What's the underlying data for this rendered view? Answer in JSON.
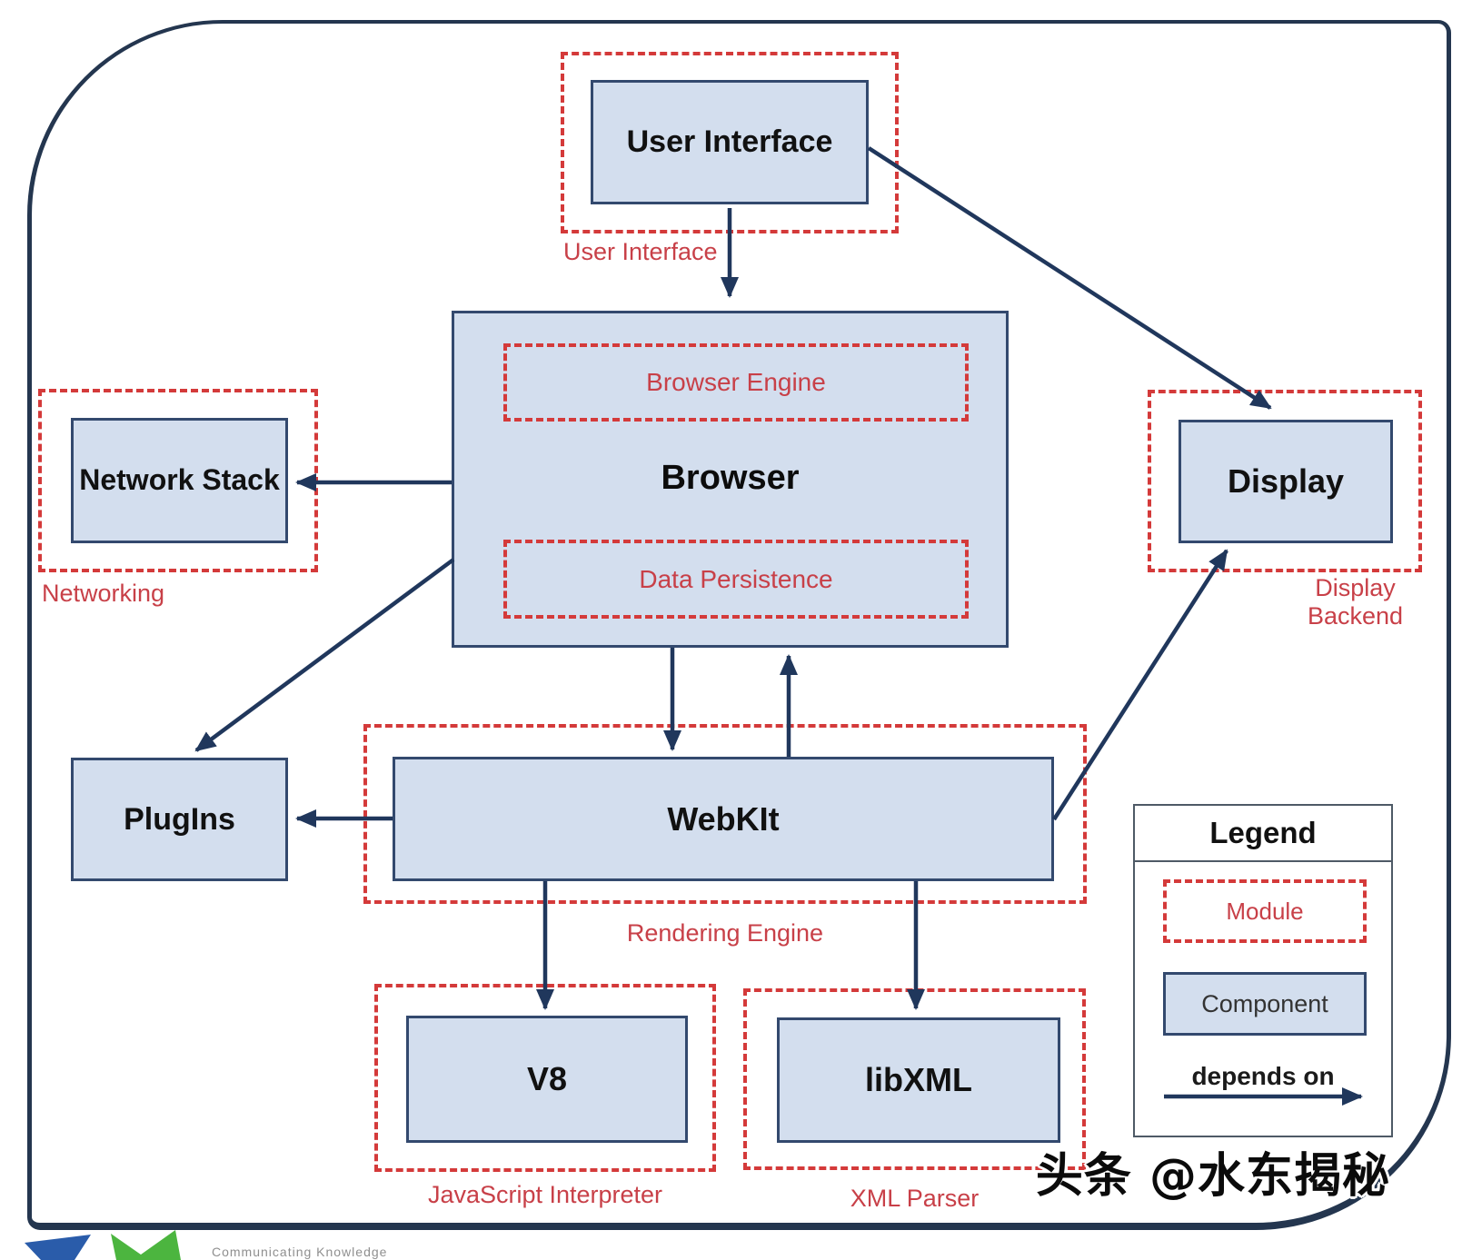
{
  "nodes": {
    "user_interface": {
      "label": "User Interface",
      "module_label": "User Interface"
    },
    "browser": {
      "label": "Browser",
      "engine_label": "Browser Engine",
      "persistence_label": "Data Persistence"
    },
    "network_stack": {
      "label": "Network Stack",
      "module_label": "Networking"
    },
    "display": {
      "label": "Display",
      "module_label": "Display Backend"
    },
    "plugins": {
      "label": "PlugIns"
    },
    "webkit": {
      "label": "WebKIt",
      "module_label": "Rendering Engine"
    },
    "v8": {
      "label": "V8",
      "module_label": "JavaScript Interpreter"
    },
    "libxml": {
      "label": "libXML",
      "module_label": "XML Parser"
    }
  },
  "dependencies": [
    {
      "from": "User Interface",
      "to": "Browser"
    },
    {
      "from": "User Interface",
      "to": "Display"
    },
    {
      "from": "Browser",
      "to": "Network Stack"
    },
    {
      "from": "Browser",
      "to": "PlugIns"
    },
    {
      "from": "Browser",
      "to": "WebKIt"
    },
    {
      "from": "WebKIt",
      "to": "Browser"
    },
    {
      "from": "WebKIt",
      "to": "PlugIns"
    },
    {
      "from": "WebKIt",
      "to": "Display"
    },
    {
      "from": "WebKIt",
      "to": "V8"
    },
    {
      "from": "WebKIt",
      "to": "libXML"
    }
  ],
  "legend": {
    "title": "Legend",
    "module": "Module",
    "component": "Component",
    "depends_on": "depends on"
  },
  "watermark": "头条 @水东揭秘",
  "footer": {
    "tagline": "Communicating Knowledge"
  },
  "colors": {
    "component_fill": "#d3deee",
    "component_border": "#33496e",
    "module_border": "#d43a3a",
    "module_label_red": "#c84048",
    "arrow": "#20375c",
    "frame_border": "#24364f"
  }
}
